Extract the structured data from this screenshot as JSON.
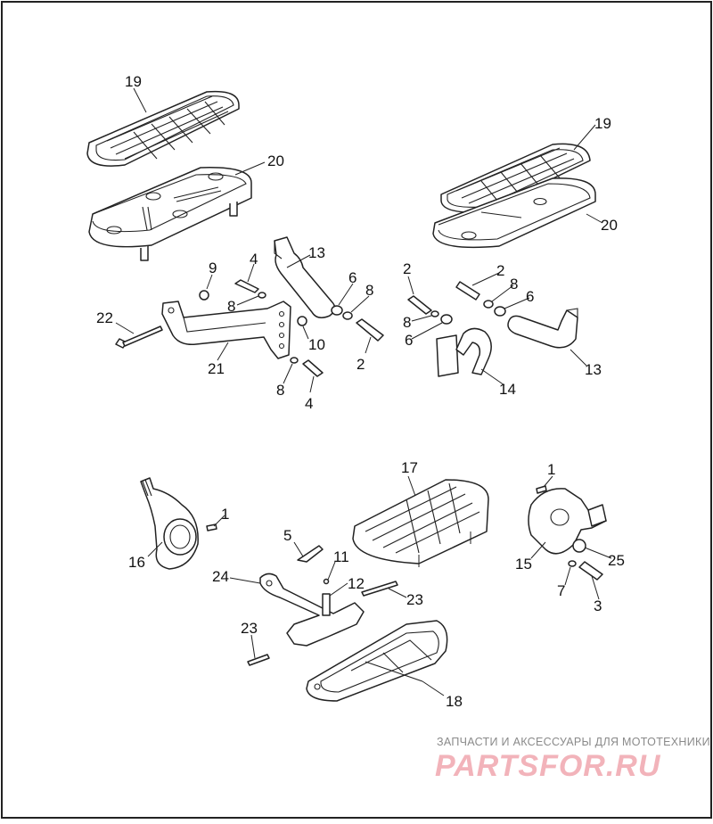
{
  "labels": {
    "l1a": "1",
    "l1b": "1",
    "l2a": "2",
    "l2b": "2",
    "l2c": "2",
    "l3": "3",
    "l4a": "4",
    "l4b": "4",
    "l5": "5",
    "l6a": "6",
    "l6b": "6",
    "l6c": "6",
    "l7": "7",
    "l8a": "8",
    "l8b": "8",
    "l8c": "8",
    "l8d": "8",
    "l8e": "8",
    "l9": "9",
    "l10": "10",
    "l11": "11",
    "l12": "12",
    "l13a": "13",
    "l13b": "13",
    "l14": "14",
    "l15": "15",
    "l16": "16",
    "l17": "17",
    "l18": "18",
    "l19a": "19",
    "l19b": "19",
    "l20a": "20",
    "l20b": "20",
    "l21": "21",
    "l22": "22",
    "l23a": "23",
    "l23b": "23",
    "l24": "24",
    "l25": "25"
  },
  "watermark": {
    "tagline": "ЗАПЧАСТИ И АКСЕССУАРЫ ДЛЯ МОТОТЕХНИКИ",
    "logo": "PARTSFOR.RU"
  }
}
